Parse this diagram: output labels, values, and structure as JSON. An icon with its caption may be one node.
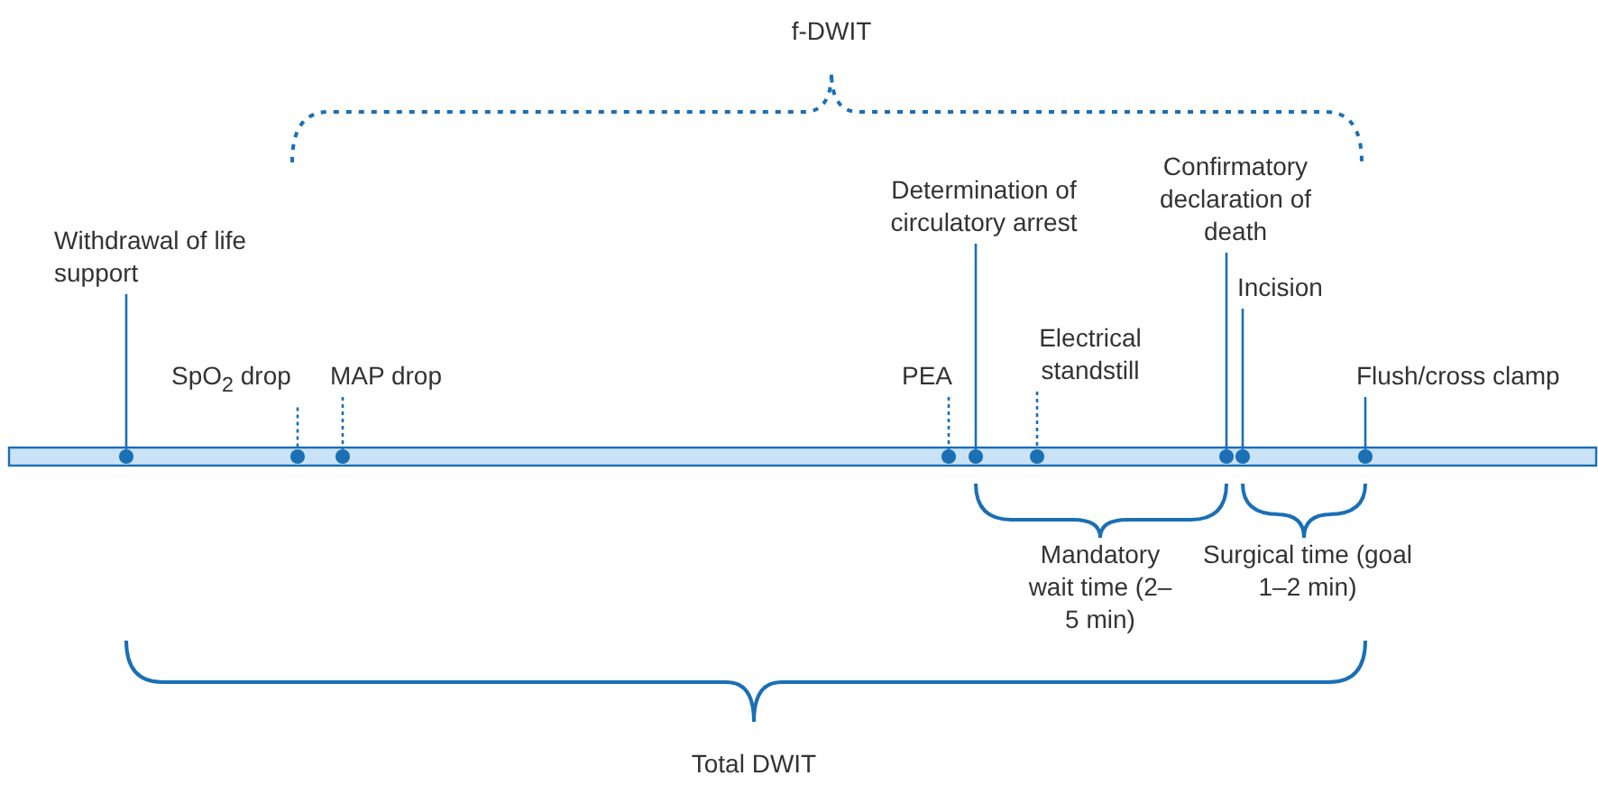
{
  "diagram": {
    "nodes": [
      {
        "text": [
          "Withdrawal of life support"
        ]
      },
      {
        "text": [
          "SpO$_{2}$ drop"
        ]
      },
      {
        "text": [
          "MAP drop"
        ]
      },
      {
        "text": [
          "PEA"
        ]
      },
      {
        "text": [
          "Determination of circulatory arrest"
        ]
      },
      {
        "text": [
          "Electrical standstill"
        ]
      },
      {
        "text": [
          "Confirmatory declaration of death"
        ]
      },
      {
        "text": [
          "Incision"
        ]
      },
      {
        "text": [
          "Flush/cross clamp"
        ]
      },
      {
        "text": [],
        "shape": "circle"
      },
      {
        "text": [],
        "shape": "circle"
      },
      {
        "text": [],
        "shape": "circle"
      },
      {
        "text": [],
        "shape": "circle"
      },
      {
        "text": [],
        "shape": "circle"
      },
      {
        "text": [],
        "shape": "circle"
      },
      {
        "text": [],
        "shape": "circle"
      },
      {
        "text": [],
        "shape": "circle"
      },
      {
        "text": [],
        "shape": "circle"
      }
    ],
    "edges": [
      {
        "from": 0,
        "to": 9,
        "arrow": "none"
      },
      {
        "from": 1,
        "to": 10,
        "arrow": "none",
        "style": "dashed"
      },
      {
        "from": 2,
        "to": 11,
        "arrow": "none",
        "style": "dashed"
      },
      {
        "from": 3,
        "to": 12,
        "arrow": "none",
        "style": "dashed"
      },
      {
        "from": 4,
        "to": 13,
        "arrow": "none"
      },
      {
        "from": 5,
        "to": 14,
        "arrow": "none",
        "style": "dashed"
      },
      {
        "from": 6,
        "to": 15,
        "arrow": "none"
      },
      {
        "from": 7,
        "to": 16,
        "arrow": "none"
      },
      {
        "from": 8,
        "to": 17,
        "arrow": "none"
      }
    ],
    "labels": [
      "f-DWIT",
      "Mandatory wait time (2–5 min)",
      "Surgical time (goal 1–2 min)",
      "Total DWIT"
    ]
  }
}
